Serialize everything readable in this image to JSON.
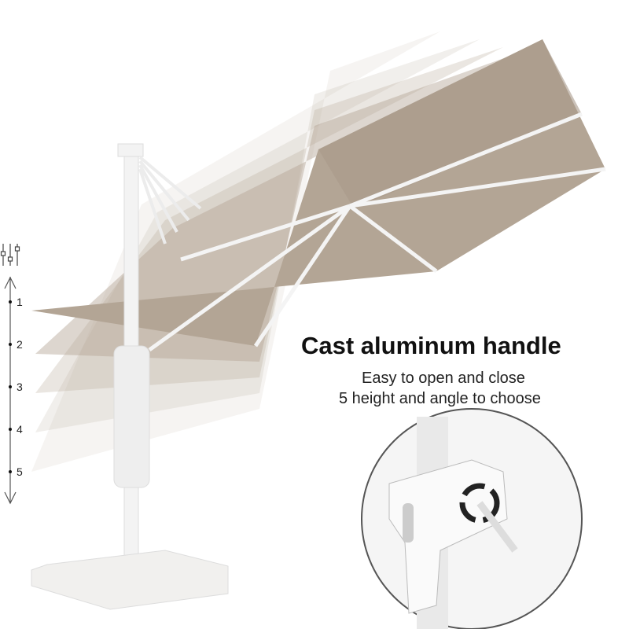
{
  "headline": "Cast aluminum handle",
  "sublines": [
    "Easy to open and close",
    "5 height and angle to choose"
  ],
  "height_levels": [
    "1",
    "2",
    "3",
    "4",
    "5"
  ],
  "colors": {
    "canopy": "#b3a595",
    "frame": "#f2f2f2",
    "text": "#111111"
  },
  "icons": [
    "adjust-sliders-icon",
    "double-arrow-scale-icon",
    "crank-rotate-icon"
  ]
}
